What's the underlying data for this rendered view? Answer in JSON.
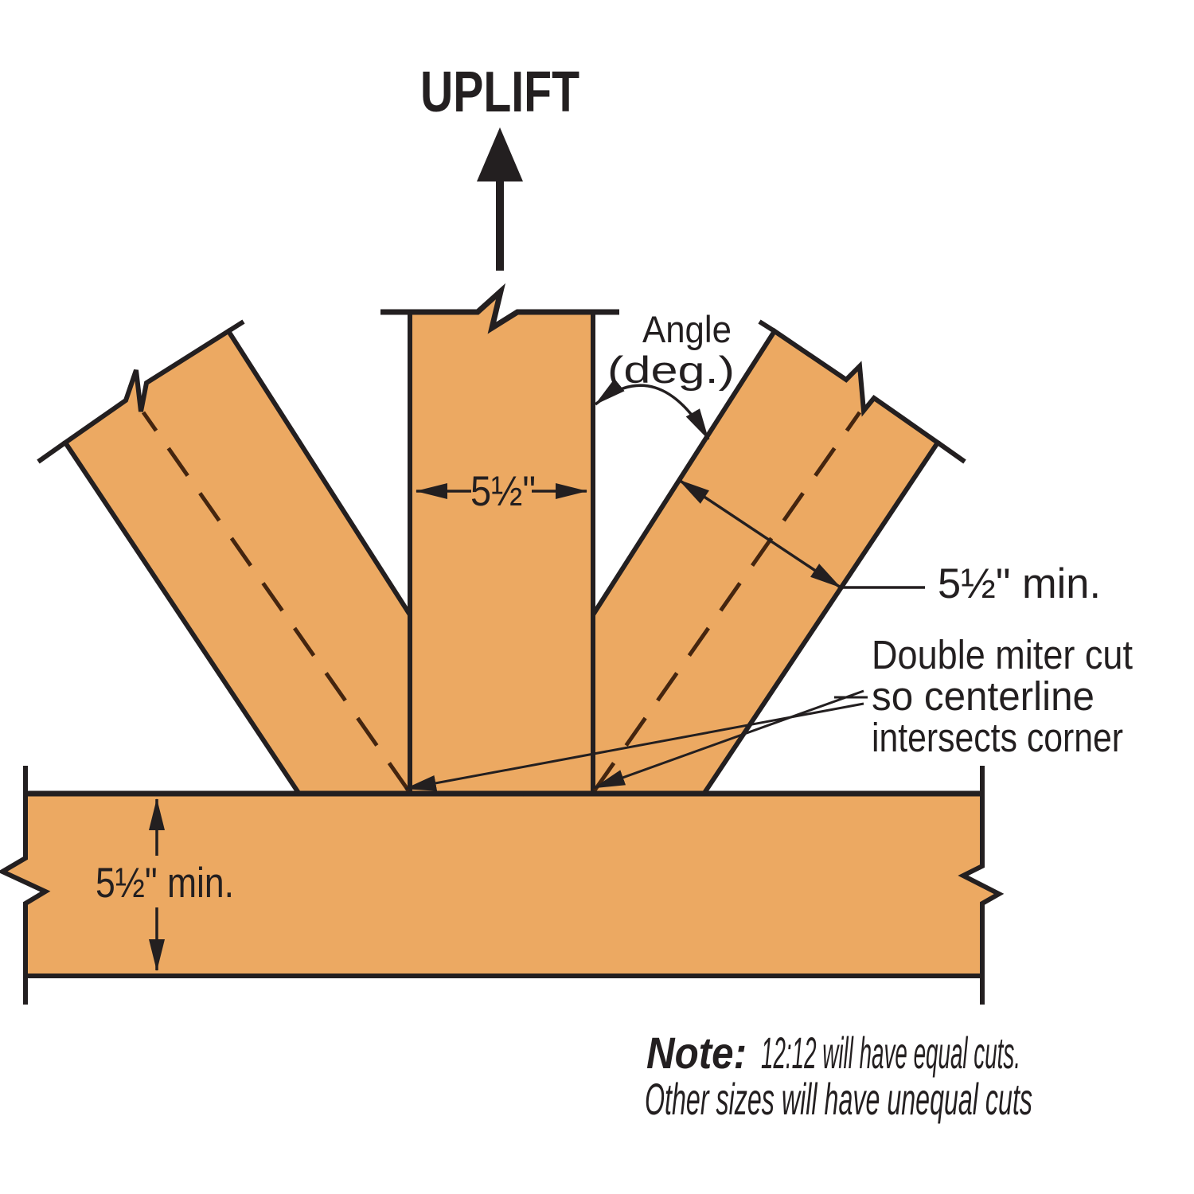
{
  "diagram": {
    "uplift_label": "UPLIFT",
    "angle_label_line1": "Angle",
    "angle_label_line2": "(deg.)",
    "post_width_label": "5½\"",
    "web_min_width_label": "5½\" min.",
    "chord_min_depth_label": "5½\" min.",
    "miter_note_line1": "Double miter cut",
    "miter_note_line2": "so centerline",
    "miter_note_line3": "intersects corner",
    "footnote": {
      "prefix": "Note:",
      "sentence1": "12:12 will have equal cuts.",
      "sentence2": "Other sizes will have unequal cuts"
    },
    "colors": {
      "wood_fill": "#ECA962",
      "outline": "#231F20",
      "centerline": "#44250F",
      "background": "#FFFFFF"
    }
  }
}
